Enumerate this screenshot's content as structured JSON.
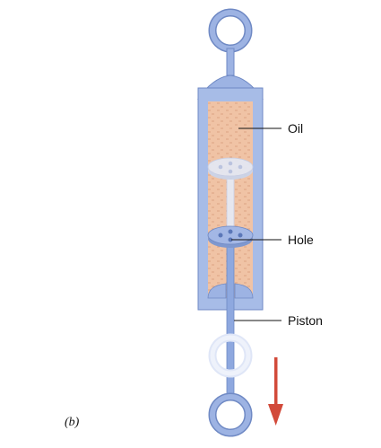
{
  "labels": {
    "oil": "Oil",
    "hole": "Hole",
    "piston": "Piston",
    "part": "(b)"
  },
  "colors": {
    "cylinder": "#9db3e3",
    "cylinder_edge": "#6f89c4",
    "rod": "#8ea8df",
    "oil": "#f0c3a5",
    "ghost": "#dfe6f7",
    "arrow": "#d24a3a"
  }
}
